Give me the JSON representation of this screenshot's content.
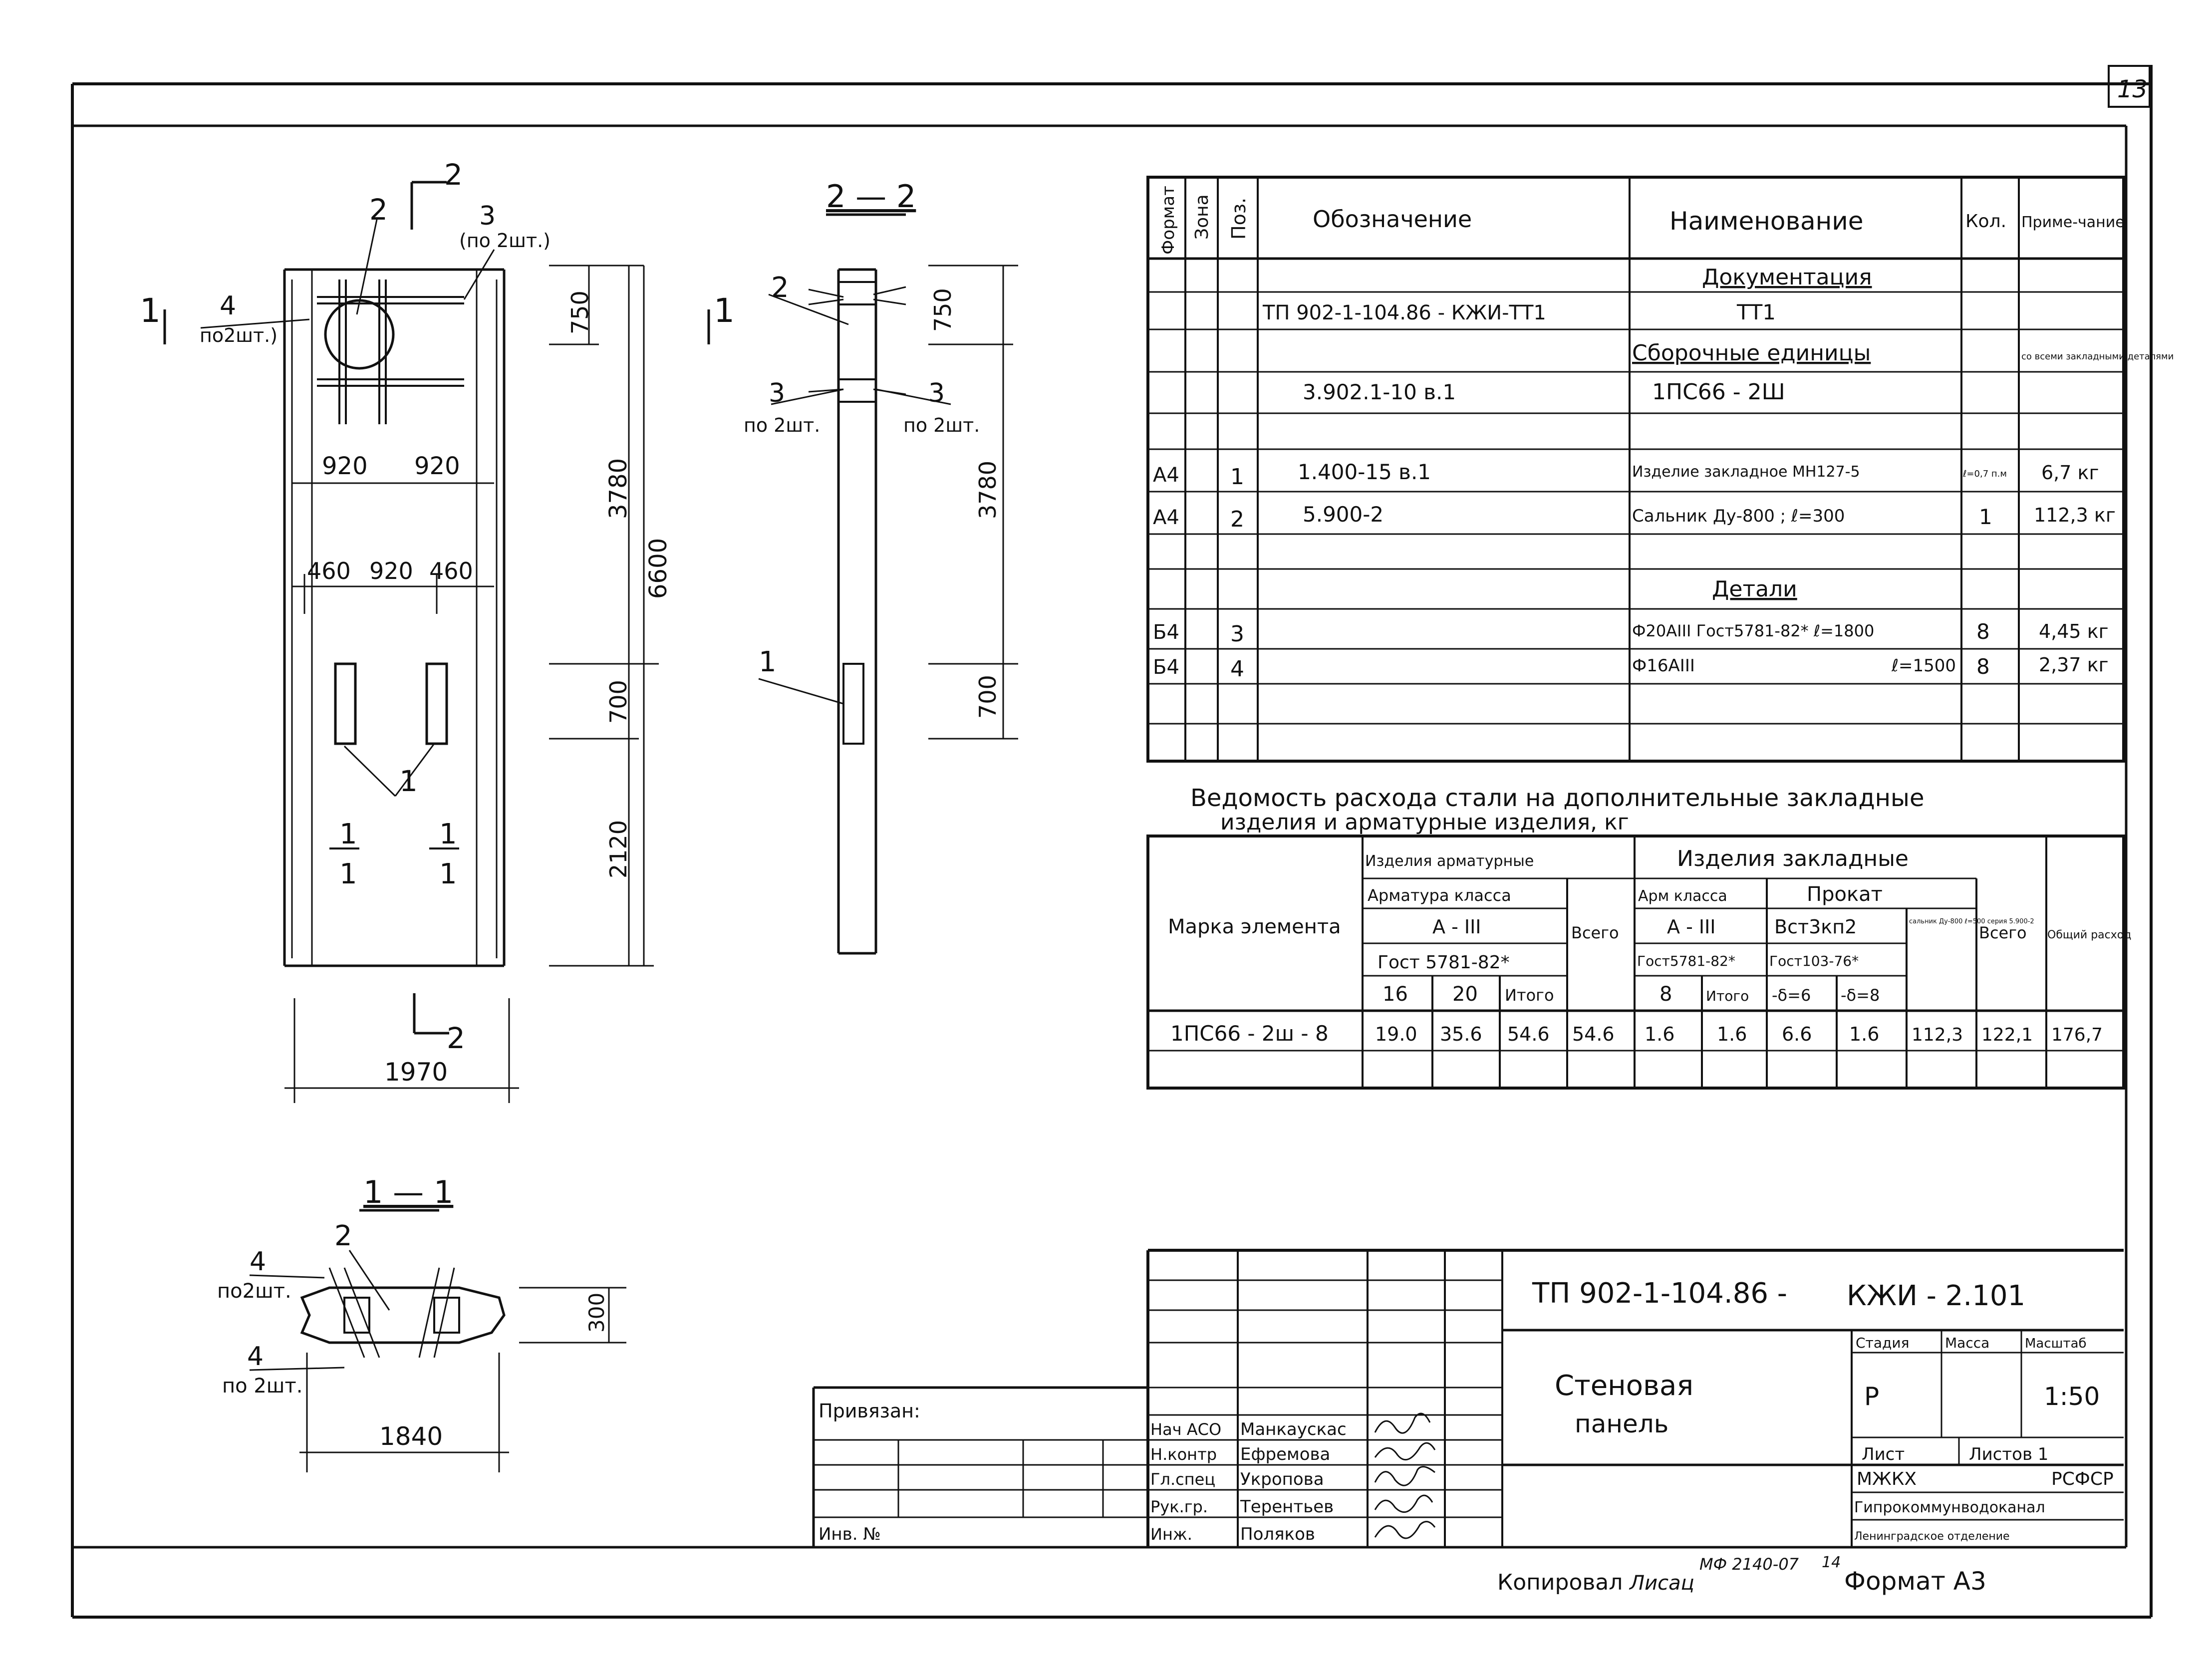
{
  "sheet_number": "13",
  "elevation": {
    "section_2_mark": "2",
    "section_1_mark": "1",
    "pos2": "2",
    "pos3": "3",
    "pos3_note": "(по 2шт.)",
    "pos4": "4",
    "pos4_note": "по2шт.)",
    "pos1": "1",
    "dim_920a": "920",
    "dim_920b": "920",
    "dim_460a": "460",
    "dim_920c": "920",
    "dim_460b": "460",
    "dim_750": "750",
    "dim_3780": "3780",
    "dim_6600": "6600",
    "dim_700": "700",
    "dim_2120": "2120",
    "dim_1970": "1970",
    "mark_1_left": "1",
    "mark_1_left_b": "1",
    "mark_1_right": "1",
    "mark_1_right_b": "1"
  },
  "section22": {
    "title": "2 — 2",
    "pos2": "2",
    "pos3_left": "3",
    "pos3_left_note": "по 2шт.",
    "pos3_right": "3",
    "pos3_right_note": "по 2шт.",
    "pos1": "1",
    "dim_750": "750",
    "dim_3780": "3780",
    "dim_700": "700"
  },
  "section11": {
    "title": "1 — 1",
    "pos2": "2",
    "pos4_top": "4",
    "pos4_top_note": "по2шт.",
    "pos4_bottom": "4",
    "pos4_bottom_note": "по 2шт.",
    "dim_300": "300",
    "dim_1840": "1840"
  },
  "spec": {
    "headers": {
      "format": "Формат",
      "zone": "Зона",
      "pos": "Поз.",
      "designation": "Обозначение",
      "name": "Наименование",
      "qty": "Кол.",
      "note": "Приме-чание"
    },
    "sections": {
      "documentation": "Документация",
      "assemblies": "Сборочные единицы",
      "details": "Детали"
    },
    "rows": {
      "doc_designation": "ТП 902-1-104.86 - КЖИ-ТТ1",
      "doc_name": "ТТ1",
      "assy_note": "со всеми закладными деталями",
      "assy_designation": "3.902.1-10 в.1",
      "assy_name": "1ПС66 - 2Ш",
      "r1_format": "А4",
      "r1_pos": "1",
      "r1_designation": "1.400-15 в.1",
      "r1_name": "Изделие закладное МН127-5",
      "r1_qty": "ℓ=0,7 п.м",
      "r1_note": "6,7 кг",
      "r2_format": "А4",
      "r2_pos": "2",
      "r2_designation": "5.900-2",
      "r2_name": "Сальник Ду-800 ; ℓ=300",
      "r2_qty": "1",
      "r2_note": "112,3 кг",
      "r3_format": "Б4",
      "r3_pos": "3",
      "r3_name": "Ф20АIII Гост5781-82* ℓ=1800",
      "r3_qty": "8",
      "r3_note": "4,45 кг",
      "r4_format": "Б4",
      "r4_pos": "4",
      "r4_name": "Ф16АIII",
      "r4_len": "ℓ=1500",
      "r4_qty": "8",
      "r4_note": "2,37 кг"
    }
  },
  "steel": {
    "title_line1": "Ведомость расхода стали на дополнительные закладные",
    "title_line2": "изделия и арматурные изделия, кг",
    "mark_header": "Марка элемента",
    "arm_group": "Изделия арматурные",
    "arm_class": "Арматура класса",
    "arm_a3": "А - III",
    "arm_gost": "Гост 5781-82*",
    "arm_total": "Всего",
    "emb_group": "Изделия закладные",
    "emb_arm_class": "Арм класса",
    "emb_a3": "А - III",
    "emb_gost": "Гост5781-82*",
    "prokat": "Прокат",
    "vst": "Вст3кп2",
    "vst_gost": "Гост103-76*",
    "salnik": "сальник Ду-800 ℓ=500 серия 5.900-2",
    "emb_total": "Всего",
    "overall": "Общий расход",
    "sub_16": "16",
    "sub_20": "20",
    "sub_itogo1": "Итого",
    "sub_8": "8",
    "sub_itogo2": "Итого",
    "sub_d6": "-δ=6",
    "sub_d8": "-δ=8",
    "row_mark": "1ПС66 - 2ш - 8",
    "values": [
      "19.0",
      "35.6",
      "54.6",
      "54.6",
      "1.6",
      "1.6",
      "6.6",
      "1.6",
      "112,3",
      "122,1",
      "176,7"
    ]
  },
  "titleblock": {
    "code": "ТП 902-1-104.86 -",
    "code2": "КЖИ - 2.101",
    "title_line1": "Стеновая",
    "title_line2": "панель",
    "stage_label": "Стадия",
    "mass_label": "Масса",
    "scale_label": "Масштаб",
    "stage": "Р",
    "scale": "1:50",
    "sheet_label": "Лист",
    "sheets_label": "Листов 1",
    "org1": "МЖКХ",
    "org1b": "РСФСР",
    "org2": "Гипрокоммунводоканал",
    "org3": "Ленинградское отделение",
    "privyazan": "Привязан:",
    "inv": "Инв. №",
    "roles": [
      "Нач АСО",
      "Н.контр",
      "Гл.спец",
      "Рук.гр.",
      "Инж."
    ],
    "names": [
      "Манкаускас",
      "Ефремова",
      "Укропова",
      "Терентьев",
      "Поляков"
    ]
  },
  "footer": {
    "copied": "Копировал",
    "copier": "Лисац",
    "stamp": "МФ 2140-07",
    "stamp_num": "14",
    "format": "Формат А3"
  }
}
